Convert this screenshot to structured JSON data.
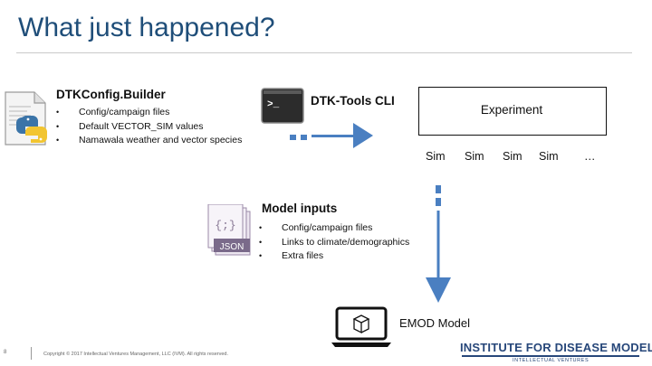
{
  "slide": {
    "title": "What just happened?",
    "footer": {
      "page_number": "8",
      "copyright": "Copyright © 2017 Intellectual Ventures Management, LLC (IVM). All rights reserved."
    }
  },
  "builder": {
    "heading": "DTKConfig.Builder",
    "bullets": [
      "Config/campaign files",
      "Default VECTOR_SIM values",
      "Namawala weather and vector species"
    ],
    "icon": "python-file-icon"
  },
  "cli": {
    "label": "DTK-Tools CLI",
    "icon": "terminal-icon",
    "icon_text": ">_"
  },
  "experiment": {
    "label": "Experiment",
    "sims": [
      "Sim",
      "Sim",
      "Sim",
      "Sim"
    ],
    "more": "…"
  },
  "model_inputs": {
    "heading": "Model inputs",
    "bullets": [
      "Config/campaign files",
      "Links to climate/demographics",
      "Extra files"
    ],
    "icon": "json-file-icon",
    "icon_text": "{;}",
    "icon_label": "JSON"
  },
  "emod": {
    "label": "EMOD Model",
    "icon": "laptop-box-icon"
  },
  "logo": {
    "name": "INSTITUTE FOR DISEASE MODELING",
    "sub": "INTELLECTUAL VENTURES"
  },
  "colors": {
    "title": "#1f4e79",
    "arrow": "#4a7fc1",
    "logo": "#27477a"
  }
}
